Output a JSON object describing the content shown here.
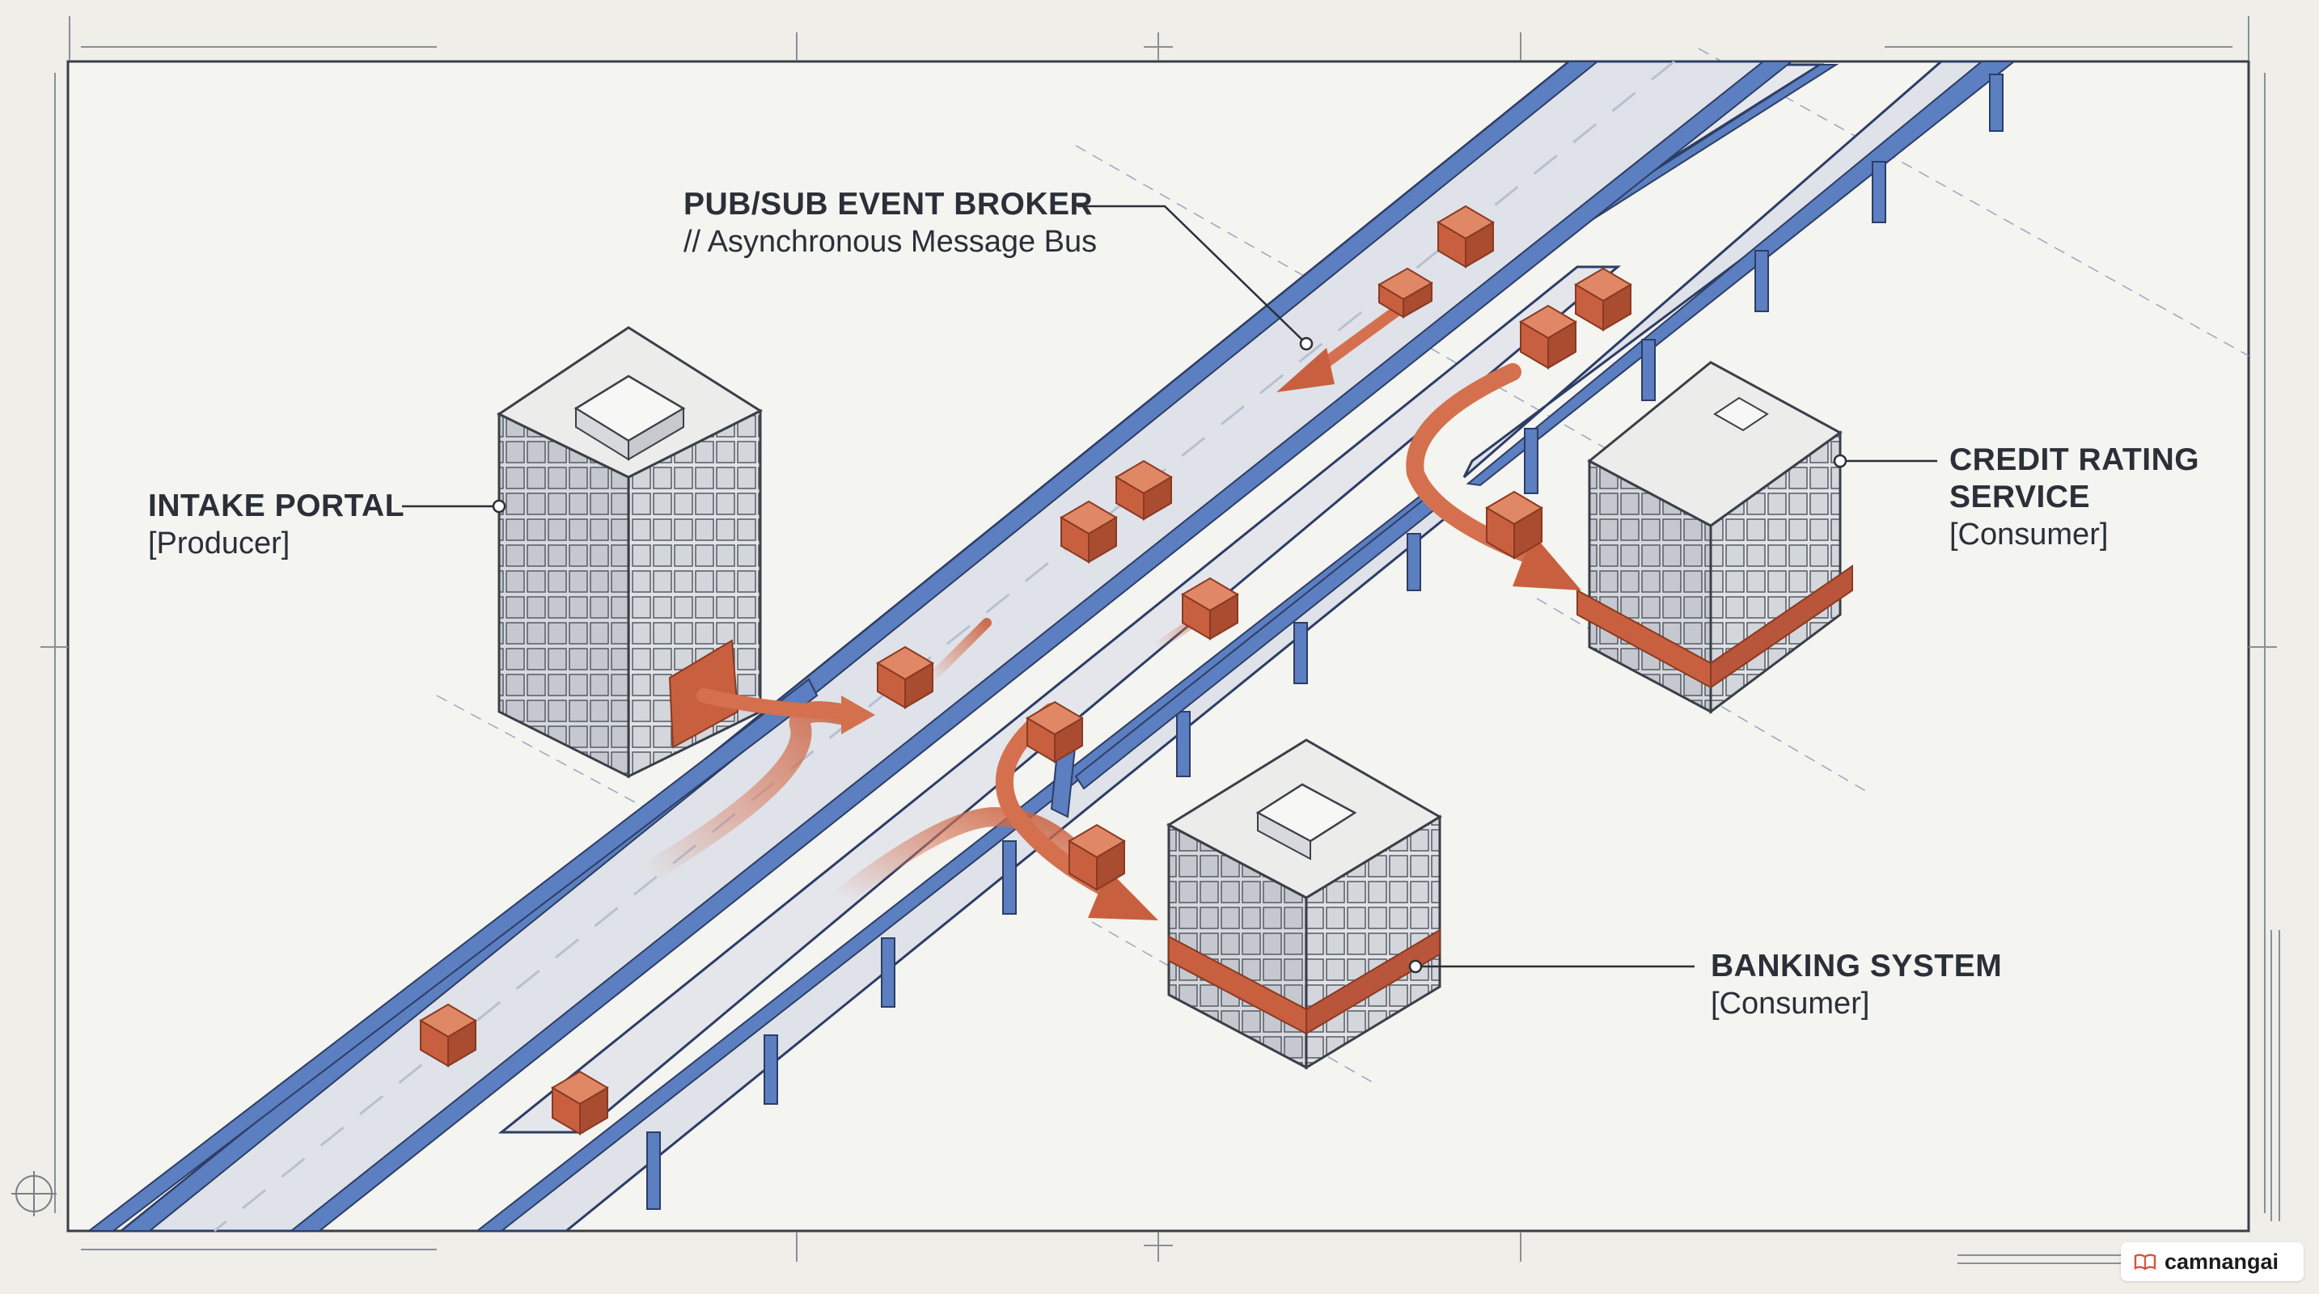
{
  "labels": {
    "broker": {
      "title": "PUB/SUB EVENT BROKER",
      "subtitle": "// Asynchronous Message Bus"
    },
    "producer": {
      "title": "INTAKE PORTAL",
      "subtitle": "[Producer]"
    },
    "credit": {
      "title_line1": "CREDIT RATING",
      "title_line2": "SERVICE",
      "subtitle": "[Consumer]"
    },
    "banking": {
      "title": "BANKING SYSTEM",
      "subtitle": "[Consumer]"
    }
  },
  "watermark": {
    "text": "camnangai",
    "icon": "book-icon"
  },
  "colors": {
    "paper": "#efeee9",
    "blueprint_blue": "#5b7fc0",
    "navy_line": "#2d3d66",
    "message_red": "#c8603f",
    "building_gray": "#e9e9e6"
  }
}
